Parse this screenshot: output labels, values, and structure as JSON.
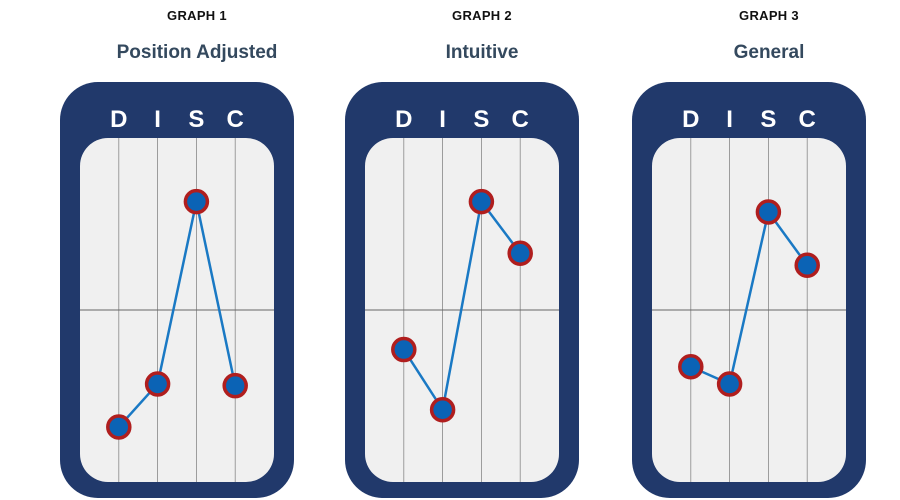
{
  "colors": {
    "frame": "#21396b",
    "plot_bg": "#f0f0f0",
    "grid": "#888888",
    "line": "#1a79c4",
    "marker_fill": "#0b63b5",
    "marker_stroke": "#b01e1e",
    "header_text": "#ffffff"
  },
  "graphs": [
    {
      "label": "GRAPH 1",
      "title": "Position Adjusted"
    },
    {
      "label": "GRAPH 2",
      "title": "Intuitive"
    },
    {
      "label": "GRAPH 3",
      "title": "General"
    }
  ],
  "chart_data": [
    {
      "type": "line",
      "categories": [
        "D",
        "I",
        "S",
        "C"
      ],
      "values": [
        -6.8,
        -4.3,
        6.3,
        -4.4
      ],
      "ylim": [
        -10,
        10
      ],
      "grid": true,
      "midline": 0
    },
    {
      "type": "line",
      "categories": [
        "D",
        "I",
        "S",
        "C"
      ],
      "values": [
        -2.3,
        -5.8,
        6.3,
        3.3
      ],
      "ylim": [
        -10,
        10
      ],
      "grid": true,
      "midline": 0
    },
    {
      "type": "line",
      "categories": [
        "D",
        "I",
        "S",
        "C"
      ],
      "values": [
        -3.3,
        -4.3,
        5.7,
        2.6
      ],
      "ylim": [
        -10,
        10
      ],
      "grid": true,
      "midline": 0
    }
  ]
}
